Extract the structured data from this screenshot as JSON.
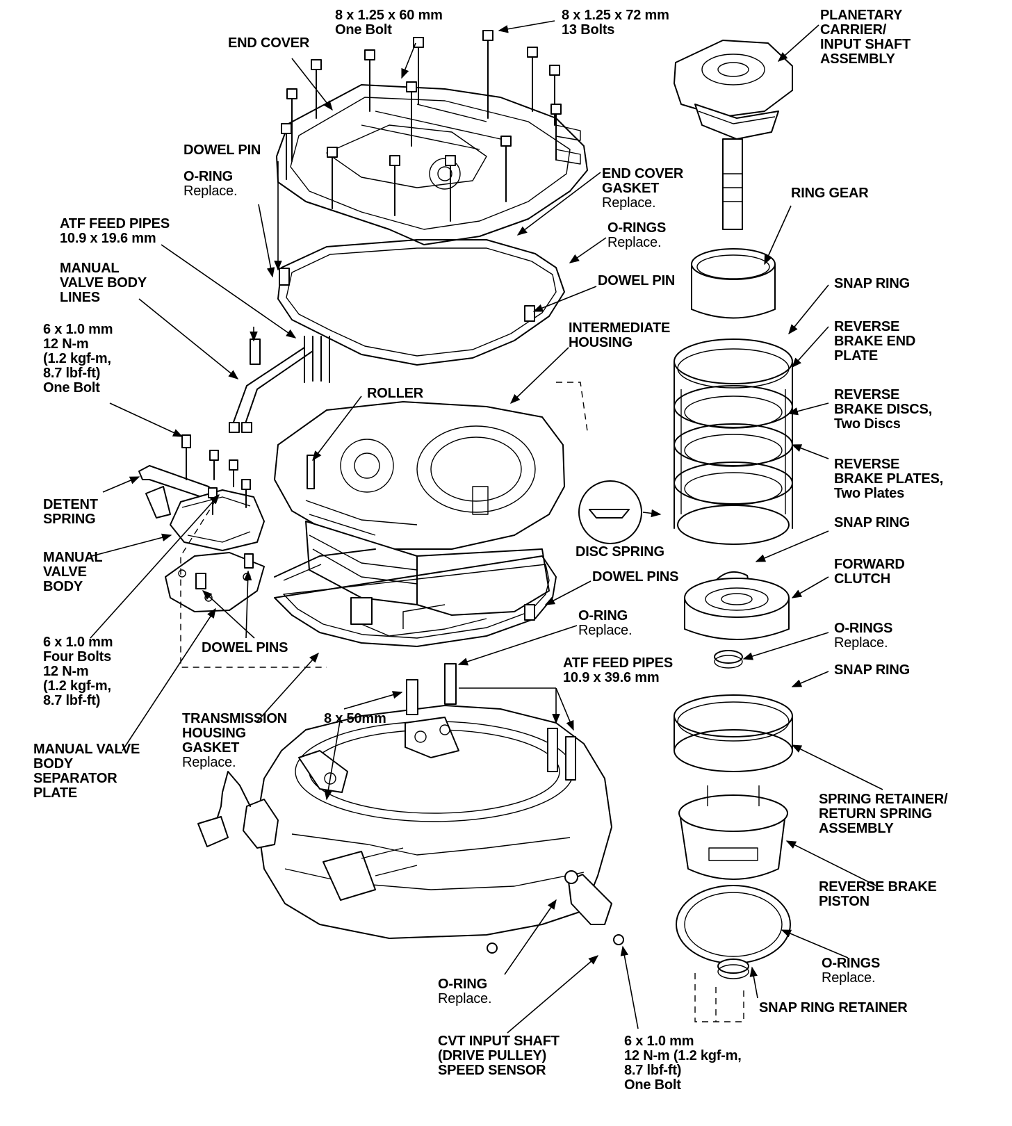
{
  "labels": {
    "bolt_60": {
      "l1": "8 x 1.25 x 60  mm",
      "l2": "One Bolt"
    },
    "bolt_72": {
      "l1": "8 x 1.25 x 72  mm",
      "l2": "13 Bolts"
    },
    "end_cover": {
      "l1": "END COVER"
    },
    "planetary": {
      "l1": "PLANETARY",
      "l2": "CARRIER/",
      "l3": "INPUT SHAFT",
      "l4": "ASSEMBLY"
    },
    "dowel_pin_top": {
      "l1": "DOWEL PIN"
    },
    "oring_top": {
      "l1": "O-RING",
      "l2": "Replace."
    },
    "end_cover_gasket": {
      "l1": "END COVER",
      "l2": "GASKET",
      "l3": "Replace."
    },
    "ring_gear": {
      "l1": "RING GEAR"
    },
    "atf_pipes_small": {
      "l1": "ATF FEED PIPES",
      "l2": "10.9 x 19.6 mm"
    },
    "orings_mid": {
      "l1": "O-RINGS",
      "l2": "Replace."
    },
    "manual_valve_lines": {
      "l1": "MANUAL",
      "l2": "VALVE BODY",
      "l3": "LINES"
    },
    "dowel_pin_mid": {
      "l1": "DOWEL PIN"
    },
    "snap_ring_1": {
      "l1": "SNAP RING"
    },
    "bolt_6x1_one": {
      "l1": "6 x 1.0  mm",
      "l2": "12 N-m",
      "l3": "(1.2 kgf-m,",
      "l4": "8.7 lbf-ft)",
      "l5": "One Bolt"
    },
    "intermediate_housing": {
      "l1": "INTERMEDIATE",
      "l2": "HOUSING"
    },
    "reverse_end_plate": {
      "l1": "REVERSE",
      "l2": "BRAKE END",
      "l3": "PLATE"
    },
    "roller": {
      "l1": "ROLLER"
    },
    "reverse_discs": {
      "l1": "REVERSE",
      "l2": "BRAKE DISCS,",
      "l3": "Two Discs"
    },
    "reverse_plates": {
      "l1": "REVERSE",
      "l2": "BRAKE PLATES,",
      "l3": "Two Plates"
    },
    "detent_spring": {
      "l1": "DETENT",
      "l2": "SPRING"
    },
    "snap_ring_2": {
      "l1": "SNAP RING"
    },
    "disc_spring": {
      "l1": "DISC SPRING"
    },
    "manual_valve_body": {
      "l1": "MANUAL",
      "l2": "VALVE",
      "l3": "BODY"
    },
    "forward_clutch": {
      "l1": "FORWARD",
      "l2": "CLUTCH"
    },
    "dowel_pins_mid": {
      "l1": "DOWEL PINS"
    },
    "oring_mid": {
      "l1": "O-RING",
      "l2": "Replace."
    },
    "orings_fwd": {
      "l1": "O-RINGS",
      "l2": "Replace."
    },
    "bolt_6x1_four": {
      "l1": "6 x 1.0  mm",
      "l2": "Four Bolts",
      "l3": "12 N-m",
      "l4": "(1.2 kgf-m,",
      "l5": "8.7 lbf-ft)"
    },
    "dowel_pins_low": {
      "l1": "DOWEL PINS"
    },
    "atf_pipes_large": {
      "l1": "ATF FEED PIPES",
      "l2": "10.9 x 39.6 mm"
    },
    "snap_ring_3": {
      "l1": "SNAP RING"
    },
    "trans_gasket": {
      "l1": "TRANSMISSION",
      "l2": "HOUSING",
      "l3": "GASKET",
      "l4": "Replace."
    },
    "pin_8x50": {
      "l1": "8 x 50mm"
    },
    "separator_plate": {
      "l1": "MANUAL VALVE",
      "l2": "BODY",
      "l3": "SEPARATOR",
      "l4": "PLATE"
    },
    "spring_retainer": {
      "l1": "SPRING RETAINER/",
      "l2": "RETURN SPRING",
      "l3": "ASSEMBLY"
    },
    "reverse_piston": {
      "l1": "REVERSE BRAKE",
      "l2": "PISTON"
    },
    "orings_piston": {
      "l1": "O-RINGS",
      "l2": "Replace."
    },
    "oring_low": {
      "l1": "O-RING",
      "l2": "Replace."
    },
    "snap_ring_retainer": {
      "l1": "SNAP RING RETAINER"
    },
    "speed_sensor": {
      "l1": "CVT INPUT SHAFT",
      "l2": "(DRIVE PULLEY)",
      "l3": "SPEED SENSOR"
    },
    "bolt_sensor": {
      "l1": "6 x 1.0  mm",
      "l2": "12 N-m (1.2 kgf-m,",
      "l3": "8.7 lbf-ft)",
      "l4": "One Bolt"
    }
  }
}
